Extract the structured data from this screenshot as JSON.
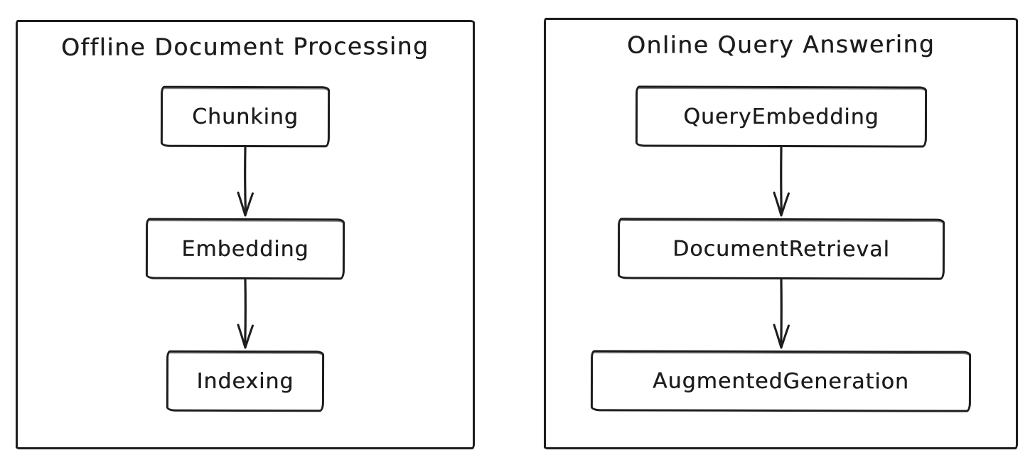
{
  "colors": {
    "background": "#ffffff",
    "stroke": "#1d1d1d"
  },
  "panels": [
    {
      "id": "offline-document-processing",
      "title": "Offline Document Processing",
      "boxes": [
        {
          "label": "Chunking"
        },
        {
          "label": "Embedding"
        },
        {
          "label": "Indexing"
        }
      ],
      "connectors": [
        "down-arrow",
        "down-arrow"
      ]
    },
    {
      "id": "online-query-answering",
      "title": "Online Query Answering",
      "boxes": [
        {
          "label": "QueryEmbedding"
        },
        {
          "label": "DocumentRetrieval"
        },
        {
          "label": "AugmentedGeneration"
        }
      ],
      "connectors": [
        "down-arrow",
        "down-arrow"
      ]
    }
  ]
}
